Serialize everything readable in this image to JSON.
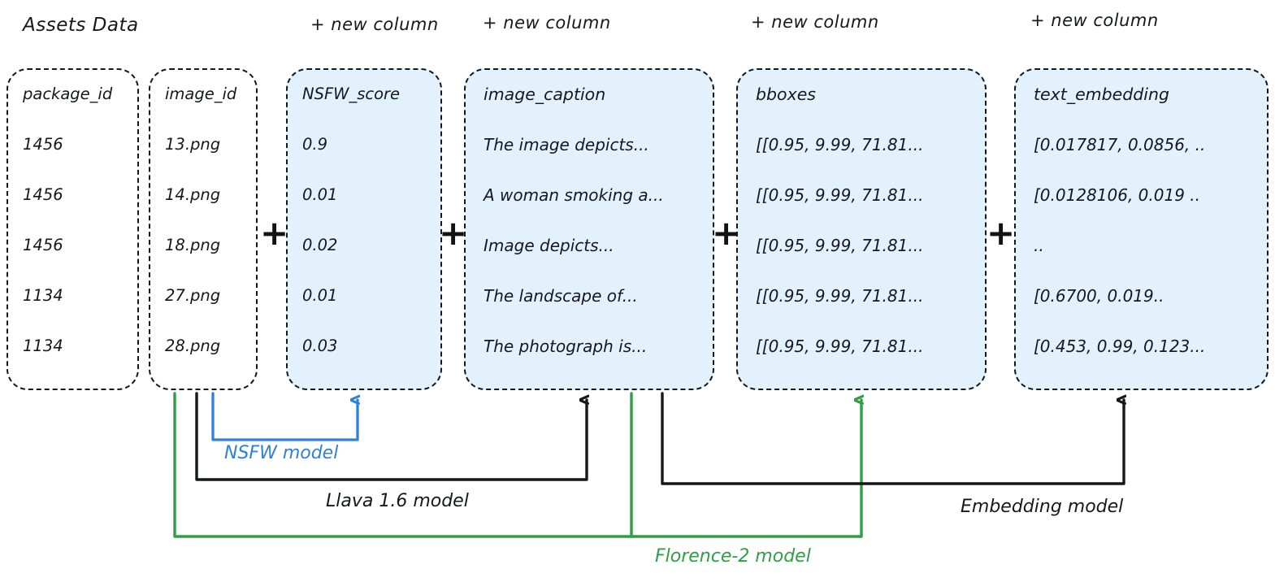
{
  "diagram": {
    "title": "Assets Data",
    "new_column_labels": [
      "+ new column",
      "+ new column",
      "+ new column",
      "+ new column"
    ],
    "plus_glyph": "+"
  },
  "colors": {
    "ink": "#16181d",
    "card_border": "#15171b",
    "card_fill_tinted": "#e3f1fd",
    "card_fill_plain": "#ffffff",
    "nsfw_blue": "#2f80d8",
    "florence_green": "#2f9e44",
    "black_wire": "#15171b"
  },
  "columns": [
    {
      "id": "package_id",
      "header": "package_id",
      "tinted": false,
      "rows": [
        "1456",
        "1456",
        "1456",
        "1134",
        "1134"
      ]
    },
    {
      "id": "image_id",
      "header": "image_id",
      "tinted": false,
      "rows": [
        "13.png",
        "14.png",
        "18.png",
        "27.png",
        "28.png"
      ]
    },
    {
      "id": "nsfw_score",
      "header": "NSFW_score",
      "tinted": true,
      "rows": [
        "0.9",
        "0.01",
        "0.02",
        "0.01",
        "0.03"
      ]
    },
    {
      "id": "image_caption",
      "header": "image_caption",
      "tinted": true,
      "rows": [
        "The image depicts...",
        "A woman smoking a...",
        "Image depicts...",
        "The landscape of...",
        "The photograph is..."
      ]
    },
    {
      "id": "bboxes",
      "header": "bboxes",
      "tinted": true,
      "rows": [
        "[[0.95, 9.99, 71.81...",
        "[[0.95, 9.99, 71.81...",
        "[[0.95, 9.99, 71.81...",
        "[[0.95, 9.99, 71.81...",
        "[[0.95, 9.99, 71.81..."
      ]
    },
    {
      "id": "text_embedding",
      "header": "text_embedding",
      "tinted": true,
      "rows": [
        "[0.017817, 0.0856, ..",
        "[0.0128106, 0.019 ..",
        "..",
        "[0.6700, 0.019..",
        "[0.453, 0.99, 0.123..."
      ]
    }
  ],
  "models": [
    {
      "id": "nsfw",
      "label": "NSFW model",
      "color": "#2f80d8"
    },
    {
      "id": "llava",
      "label": "Llava 1.6 model",
      "color": "#16181d"
    },
    {
      "id": "florence",
      "label": "Florence-2 model",
      "color": "#2f9e44"
    },
    {
      "id": "embedding",
      "label": "Embedding model",
      "color": "#16181d"
    }
  ]
}
